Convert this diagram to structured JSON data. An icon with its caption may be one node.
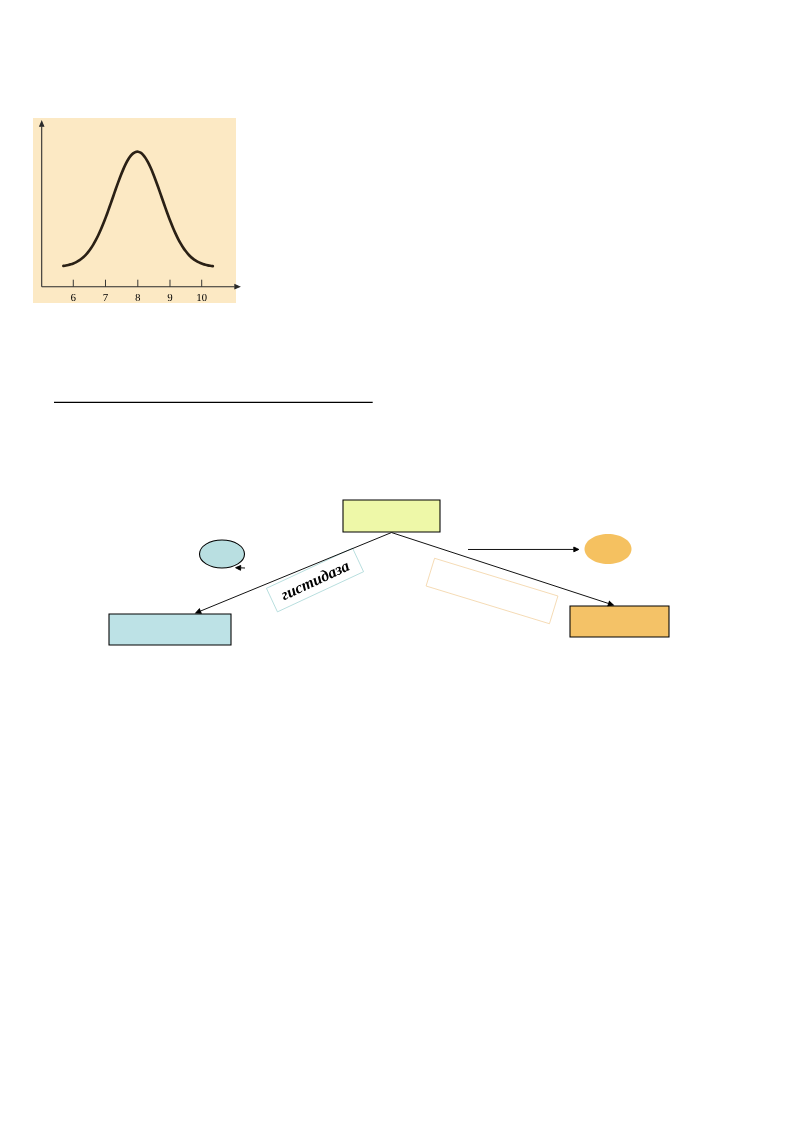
{
  "diagram": {
    "nodes": [
      {
        "text": [],
        "shape": "box"
      },
      {
        "text": [],
        "shape": "ellipse"
      },
      {
        "text": [],
        "shape": "ellipse"
      },
      {
        "text": [
          "гистидаза"
        ]
      },
      {
        "text": [],
        "shape": "box"
      },
      {
        "text": [],
        "shape": "box"
      },
      {
        "text": [],
        "shape": "box"
      }
    ],
    "edges": [
      {
        "from": 0,
        "to": 5,
        "arrow": "to"
      },
      {
        "from": 0,
        "to": 6,
        "arrow": "to"
      },
      {
        "from": null,
        "to": 2,
        "arrow": "to"
      },
      {
        "from": null,
        "to": 1,
        "arrow": "to"
      }
    ],
    "labels": [
      "6",
      "7",
      "8",
      "9",
      "10"
    ]
  }
}
